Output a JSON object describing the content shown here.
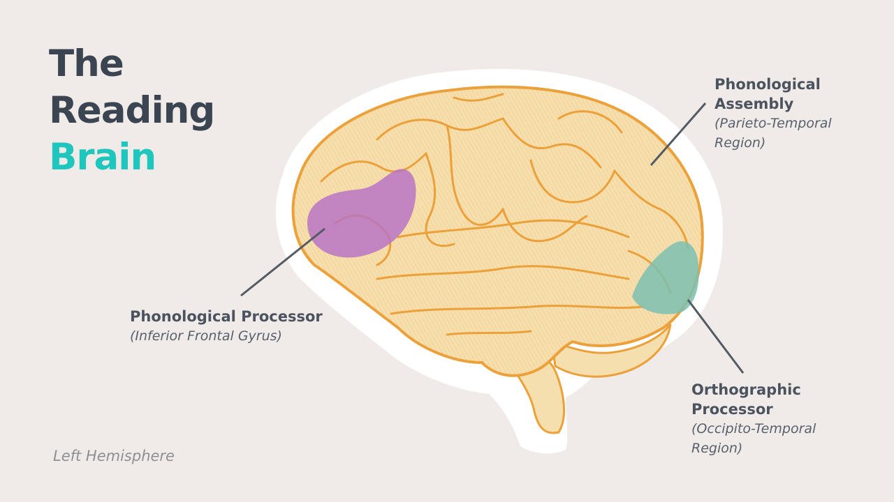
{
  "title": {
    "line1": "The",
    "line2": "Reading",
    "line3": "Brain"
  },
  "colors": {
    "background": "#f0ebe9",
    "title_dark": "#3b4451",
    "title_accent": "#1fc6bd",
    "brain_outline": "#eba03a",
    "brain_fill": "#f6dfae",
    "region_frontal": "#b671c6",
    "region_occipital": "#7bbfb0"
  },
  "labels": {
    "phonological_processor": {
      "name": "Phonological Processor",
      "region": "(Inferior Frontal Gyrus)"
    },
    "phonological_assembly": {
      "name_line1": "Phonological",
      "name_line2": "Assembly",
      "region_line1": "(Parieto-Temporal",
      "region_line2": "Region)"
    },
    "orthographic_processor": {
      "name_line1": "Orthographic",
      "name_line2": "Processor",
      "region_line1": "(Occipito-Temporal",
      "region_line2": "Region)"
    }
  },
  "footnote": "Left Hemisphere"
}
